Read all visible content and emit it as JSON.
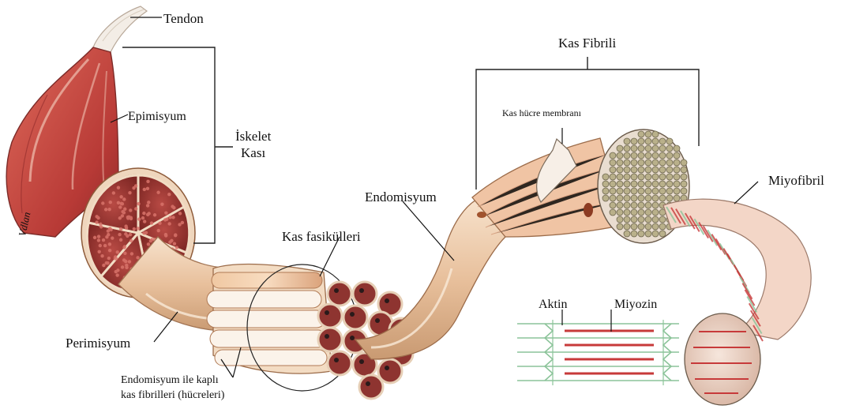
{
  "labels": {
    "tendon": "Tendon",
    "epimisyum": "Epimisyum",
    "iskelet_line1": "İskelet",
    "iskelet_line2": "Kası",
    "perimisyum": "Perimisyum",
    "kas_fasikulleri": "Kas fasikülleri",
    "endomisyum": "Endomisyum",
    "endomisyum_kapli_line1": "Endomisyum ile kaplı",
    "endomisyum_kapli_line2": "kas fibrilleri (hücreleri)",
    "kas_fibrili": "Kas Fibrili",
    "kas_hucre_membrani": "Kas hücre membranı",
    "miyofibril": "Miyofibril",
    "aktin": "Aktin",
    "miyozin": "Miyozin",
    "signature": "Vdlan"
  },
  "colors": {
    "muscle_red": "#c8453f",
    "muscle_dark": "#8e2a2a",
    "tendon_white": "#f3ede6",
    "sheath_tan": "#e9c7a3",
    "sheath_shadow": "#c99a72",
    "fibril_olive": "#b9b08a",
    "actin_green": "#8cc49a",
    "myosin_red": "#c73a3a"
  }
}
